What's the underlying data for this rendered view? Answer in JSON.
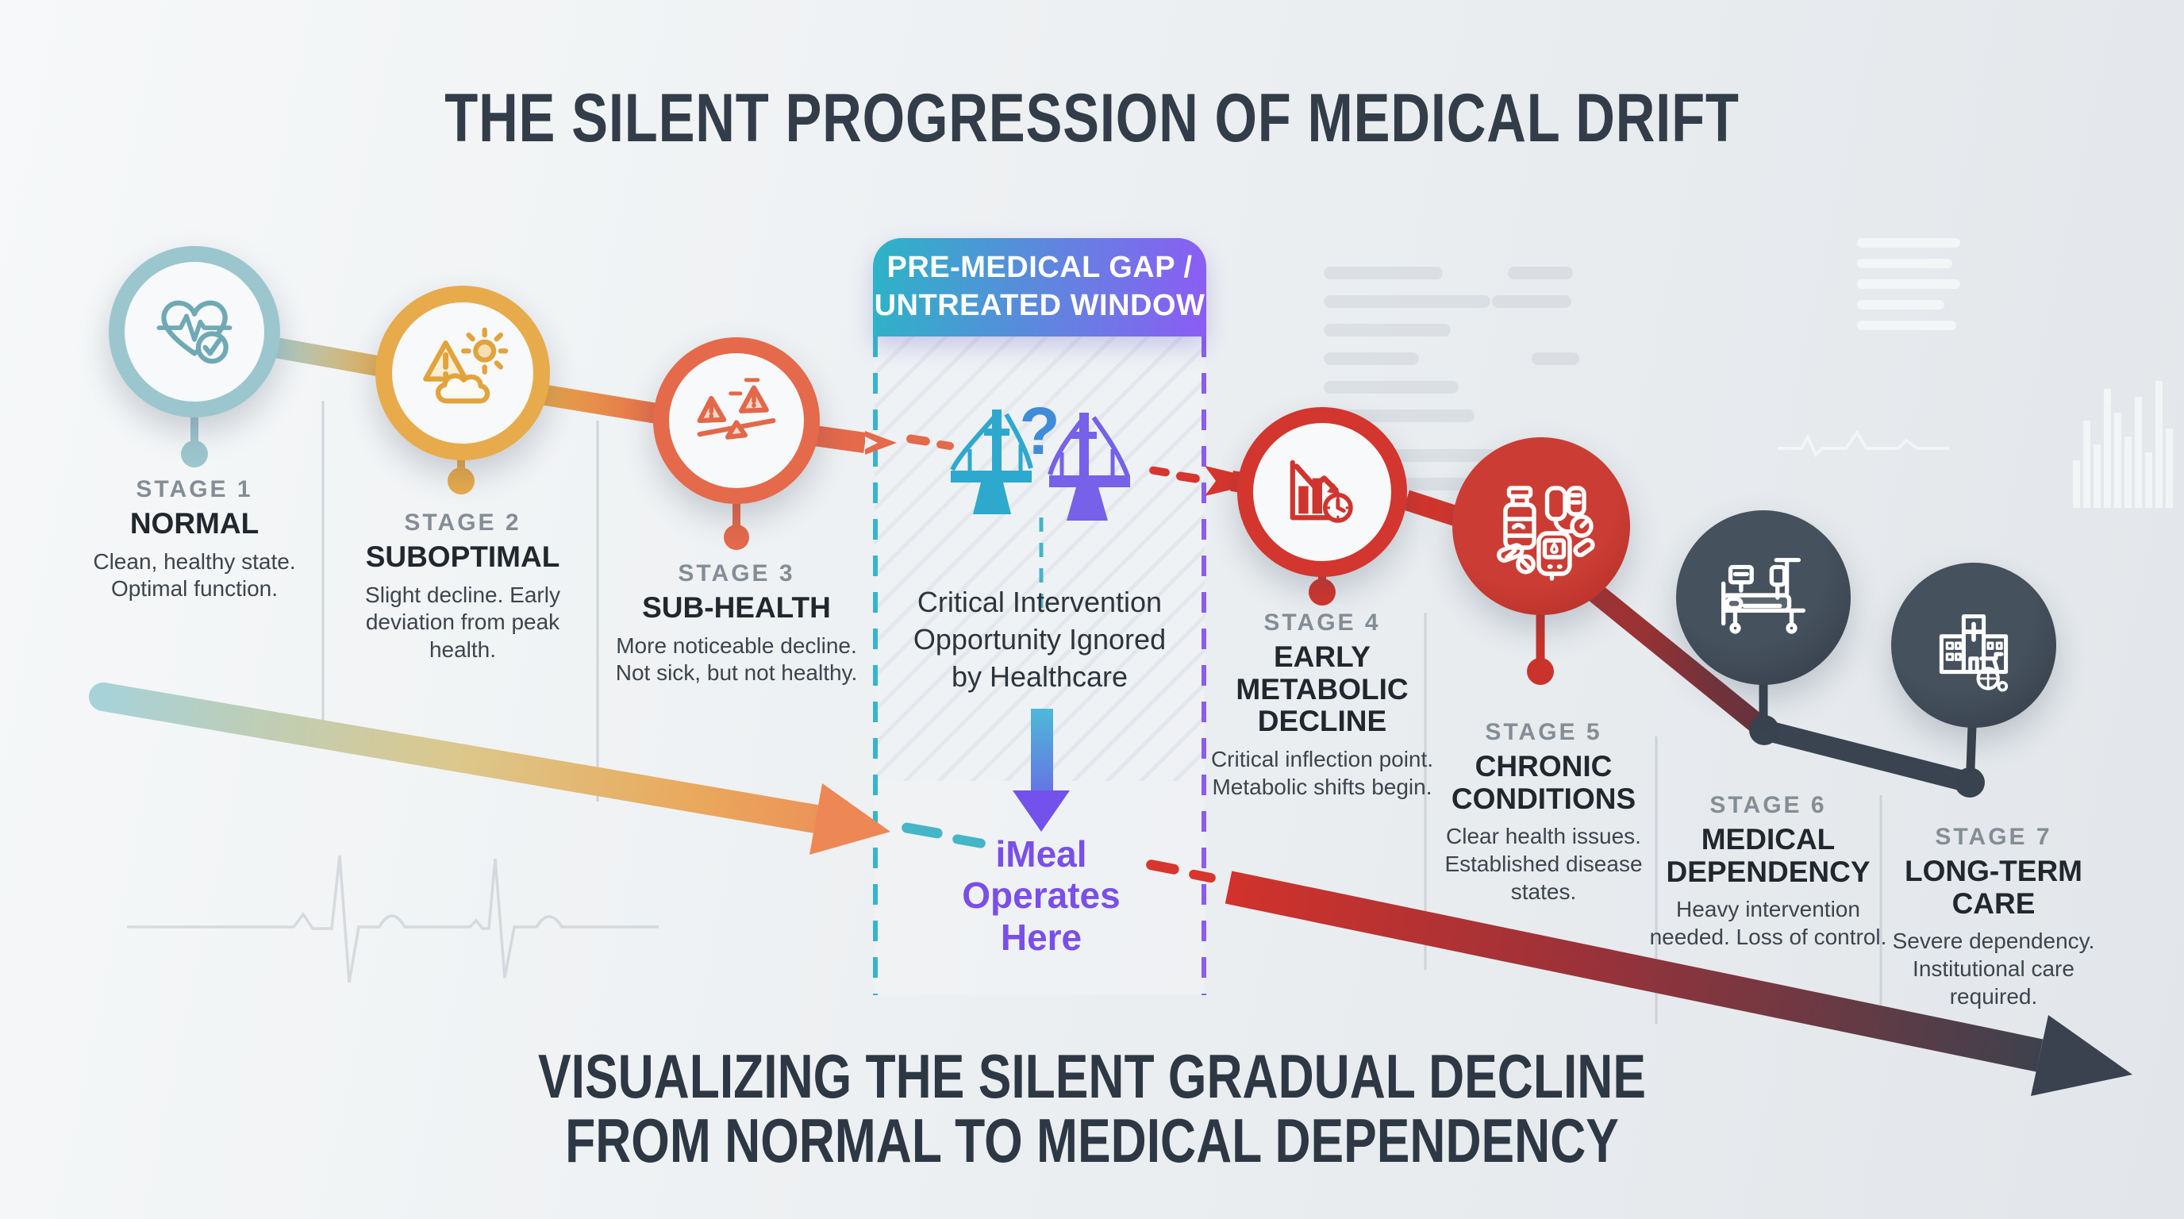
{
  "title": "THE SILENT PROGRESSION OF MEDICAL DRIFT",
  "footer": {
    "line1": "VISUALIZING THE SILENT GRADUAL DECLINE",
    "line2": "FROM NORMAL TO MEDICAL DEPENDENCY"
  },
  "gap": {
    "header_line1": "PRE-MEDICAL GAP /",
    "header_line2": "UNTREATED WINDOW",
    "body_line1": "Critical Intervention",
    "body_line2": "Opportunity Ignored",
    "body_line3": "by Healthcare",
    "callout_line1": "iMeal",
    "callout_line2": "Operates",
    "callout_line3": "Here",
    "question_mark": "?",
    "colors": {
      "header_gradient_start": "#2cb4c6",
      "header_gradient_end": "#8c5cf4",
      "border_left": "#36b5cd",
      "border_right": "#8a5cf0",
      "callout_text": "#7a4fe8"
    }
  },
  "stages": [
    {
      "label": "STAGE 1",
      "name": "NORMAL",
      "desc": "Clean, healthy state. Optimal function.",
      "color": "#9cc6ce",
      "icon": "heart-pulse-check"
    },
    {
      "label": "STAGE 2",
      "name": "SUBOPTIMAL",
      "desc": "Slight decline. Early deviation from peak health.",
      "color": "#e7ab4c",
      "icon": "warning-cloud-sun"
    },
    {
      "label": "STAGE 3",
      "name": "SUB-HEALTH",
      "desc": "More noticeable decline. Not sick, but not healthy.",
      "color": "#e5694b",
      "icon": "imbalance-warnings"
    },
    {
      "label": "STAGE 4",
      "name": "EARLY METABOLIC DECLINE",
      "desc": "Critical inflection point. Metabolic shifts begin.",
      "color": "#d2362e",
      "icon": "declining-chart-clock"
    },
    {
      "label": "STAGE 5",
      "name": "CHRONIC CONDITIONS",
      "desc": "Clear health issues. Established disease states.",
      "color": "#c9332c",
      "icon": "medications-devices"
    },
    {
      "label": "STAGE 6",
      "name": "MEDICAL DEPENDENCY",
      "desc": "Heavy intervention needed. Loss of control.",
      "color": "#39434f",
      "icon": "hospital-bed-iv"
    },
    {
      "label": "STAGE 7",
      "name": "LONG-TERM CARE",
      "desc": "Severe dependency. Institutional care required.",
      "color": "#39434f",
      "icon": "hospital-wheelchair"
    }
  ],
  "decline_arrows": {
    "early_gradient": [
      "#a7d2d8",
      "#e7ab4c",
      "#ee8756"
    ],
    "late_gradient": [
      "#d2322b",
      "#39424e"
    ]
  }
}
